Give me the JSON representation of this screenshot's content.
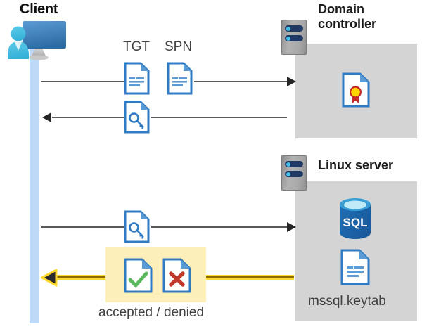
{
  "diagram": {
    "title_client": "Client",
    "title_domain_controller": "Domain\ncontroller",
    "title_domain_controller_line1": "Domain",
    "title_domain_controller_line2": "controller",
    "title_linux_server": "Linux server",
    "label_tgt": "TGT",
    "label_spn": "SPN",
    "label_keytab": "mssql.keytab",
    "label_verdict": "accepted / denied"
  },
  "icons": {
    "client": "user-workstation-icon",
    "server_dc": "server-rack-icon",
    "server_linux": "server-rack-icon",
    "doc_tgt": "document-icon",
    "doc_spn": "document-icon",
    "doc_ticket_down": "document-key-icon",
    "doc_ticket_request": "document-key-icon",
    "doc_certificate": "document-certificate-icon",
    "doc_accepted": "document-check-icon",
    "doc_denied": "document-x-icon",
    "database": "sql-database-icon",
    "keytab": "document-icon"
  },
  "flows": [
    {
      "name": "client-to-dc-request",
      "direction": "right",
      "style": "solid-gray"
    },
    {
      "name": "dc-to-client-ticket",
      "direction": "left",
      "style": "solid-gray"
    },
    {
      "name": "client-to-linux-ticket",
      "direction": "right",
      "style": "solid-gray"
    },
    {
      "name": "linux-to-client-verdict",
      "direction": "left",
      "style": "solid-yellow"
    }
  ],
  "colors": {
    "panel_gray": "#d4d4d4",
    "lifeline_blue": "#bdd9f7",
    "doc_blue": "#2f7bc4",
    "highlight_yellow": "#fdefb9",
    "arrow_yellow": "#ffd92b",
    "arrow_gray": "#595959",
    "accept_green": "#5cb85c",
    "deny_red": "#c0392b",
    "sql_blue": "#1b63a8",
    "cert_gold": "#ffd400",
    "cert_red": "#c62828"
  }
}
